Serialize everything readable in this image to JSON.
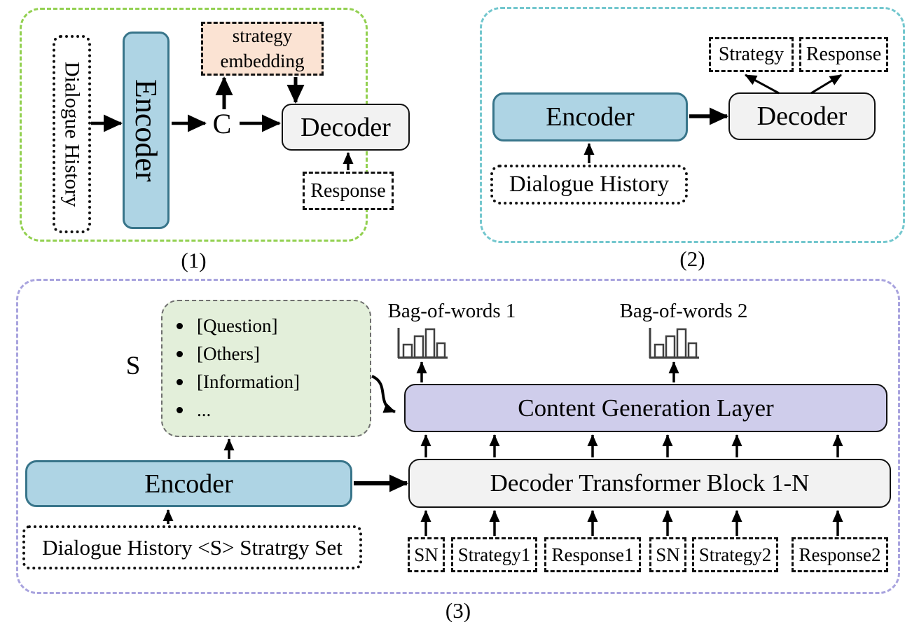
{
  "panel1": {
    "label": "(1)",
    "dialogue_history": "Dialogue History",
    "encoder": "Encoder",
    "context": "C",
    "strategy_embedding": "strategy embedding",
    "decoder": "Decoder",
    "response": "Response"
  },
  "panel2": {
    "label": "(2)",
    "encoder": "Encoder",
    "decoder": "Decoder",
    "strategy": "Strategy",
    "response": "Response",
    "dialogue_history": "Dialogue History"
  },
  "panel3": {
    "label": "(3)",
    "s_label": "S",
    "s_items": [
      "[Question]",
      "[Others]",
      "[Information]",
      "..."
    ],
    "bow1": "Bag-of-words 1",
    "bow2": "Bag-of-words 2",
    "content_generation_layer": "Content Generation Layer",
    "decoder_block": "Decoder Transformer Block 1-N",
    "encoder": "Encoder",
    "input": "Dialogue History <S> Stratrgy Set",
    "tokens": [
      "SN",
      "Strategy1",
      "Response1",
      "SN",
      "Strategy2",
      "Response2"
    ]
  },
  "colors": {
    "panel1_border": "#92d050",
    "panel2_border": "#73c7ce",
    "panel3_border": "#a8a3de",
    "encoder_fill": "#aed4e4",
    "encoder_border": "#38758a",
    "strategy_embedding_fill": "#fbe3d3",
    "strategy_set_fill": "#e3efda",
    "content_generation_fill": "#cfcdeb",
    "decoder_fill": "#f2f2f2"
  }
}
